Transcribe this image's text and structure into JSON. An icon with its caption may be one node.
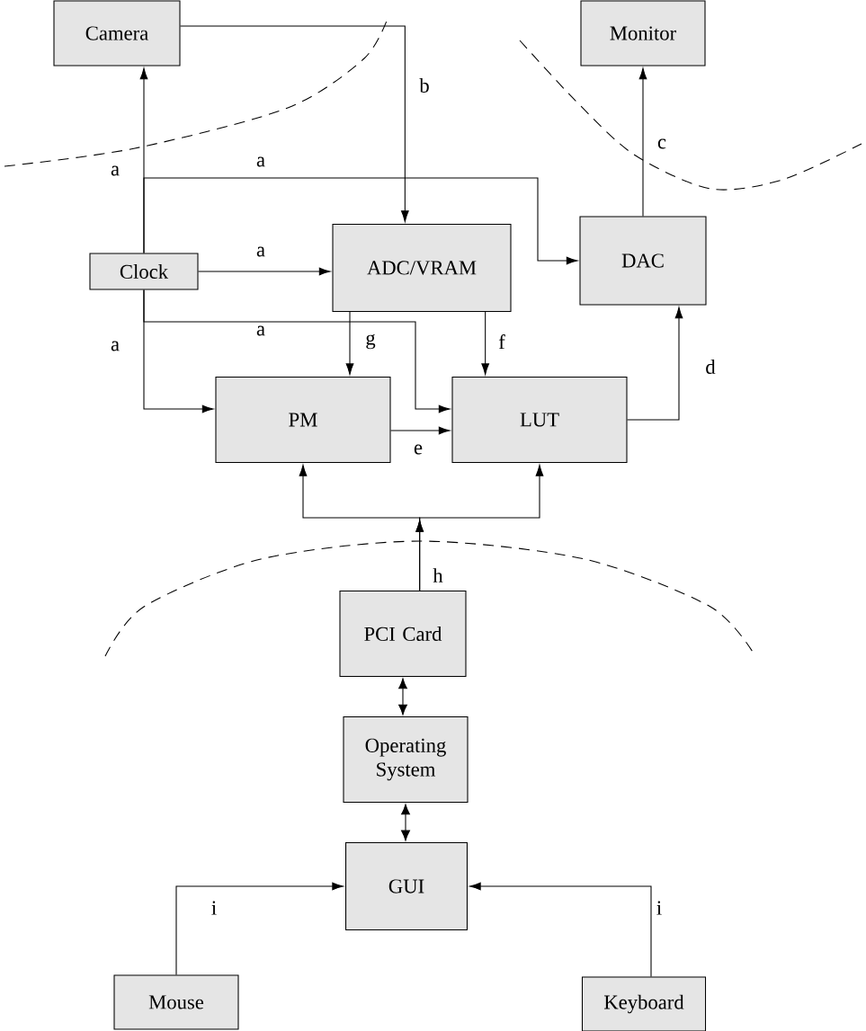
{
  "diagram": {
    "nodes": [
      {
        "text": [
          "Camera"
        ]
      },
      {
        "text": [
          "Monitor"
        ]
      },
      {
        "text": [
          "Clock"
        ]
      },
      {
        "text": [
          "ADC/VRAM"
        ]
      },
      {
        "text": [
          "DAC"
        ]
      },
      {
        "text": [
          "PM"
        ]
      },
      {
        "text": [
          "LUT"
        ]
      },
      {
        "text": [
          "PCI Card"
        ]
      },
      {
        "text": [
          "Operating System"
        ]
      },
      {
        "text": [
          "GUI"
        ]
      },
      {
        "text": [
          "Mouse"
        ]
      },
      {
        "text": [
          "Keyboard"
        ]
      }
    ],
    "edges": [
      {
        "from": 2,
        "to": 0,
        "arrow": "to",
        "label": "a"
      },
      {
        "from": 2,
        "to": 4,
        "arrow": "to",
        "label": "a"
      },
      {
        "from": 2,
        "to": 3,
        "arrow": "to",
        "label": "a"
      },
      {
        "from": 2,
        "to": 5,
        "arrow": "to",
        "label": "a"
      },
      {
        "from": 2,
        "to": 6,
        "arrow": "to",
        "label": "a"
      },
      {
        "from": 0,
        "to": 3,
        "arrow": "to",
        "label": "b"
      },
      {
        "from": 4,
        "to": 1,
        "arrow": "to",
        "label": "c"
      },
      {
        "from": 6,
        "to": 4,
        "arrow": "to",
        "label": "d"
      },
      {
        "from": 5,
        "to": 6,
        "arrow": "to",
        "label": "e"
      },
      {
        "from": 3,
        "to": 5,
        "arrow": "to",
        "label": "g"
      },
      {
        "from": 3,
        "to": 6,
        "arrow": "to",
        "label": "f"
      },
      {
        "from": 7,
        "to": 5,
        "arrow": "to",
        "label": "h"
      },
      {
        "from": 7,
        "to": 6,
        "arrow": "to"
      },
      {
        "from": 7,
        "to": 8,
        "arrow": "both"
      },
      {
        "from": 8,
        "to": 9,
        "arrow": "both"
      },
      {
        "from": 10,
        "to": 9,
        "arrow": "to",
        "label": "i"
      },
      {
        "from": 11,
        "to": 9,
        "arrow": "to",
        "label": "i"
      }
    ]
  }
}
